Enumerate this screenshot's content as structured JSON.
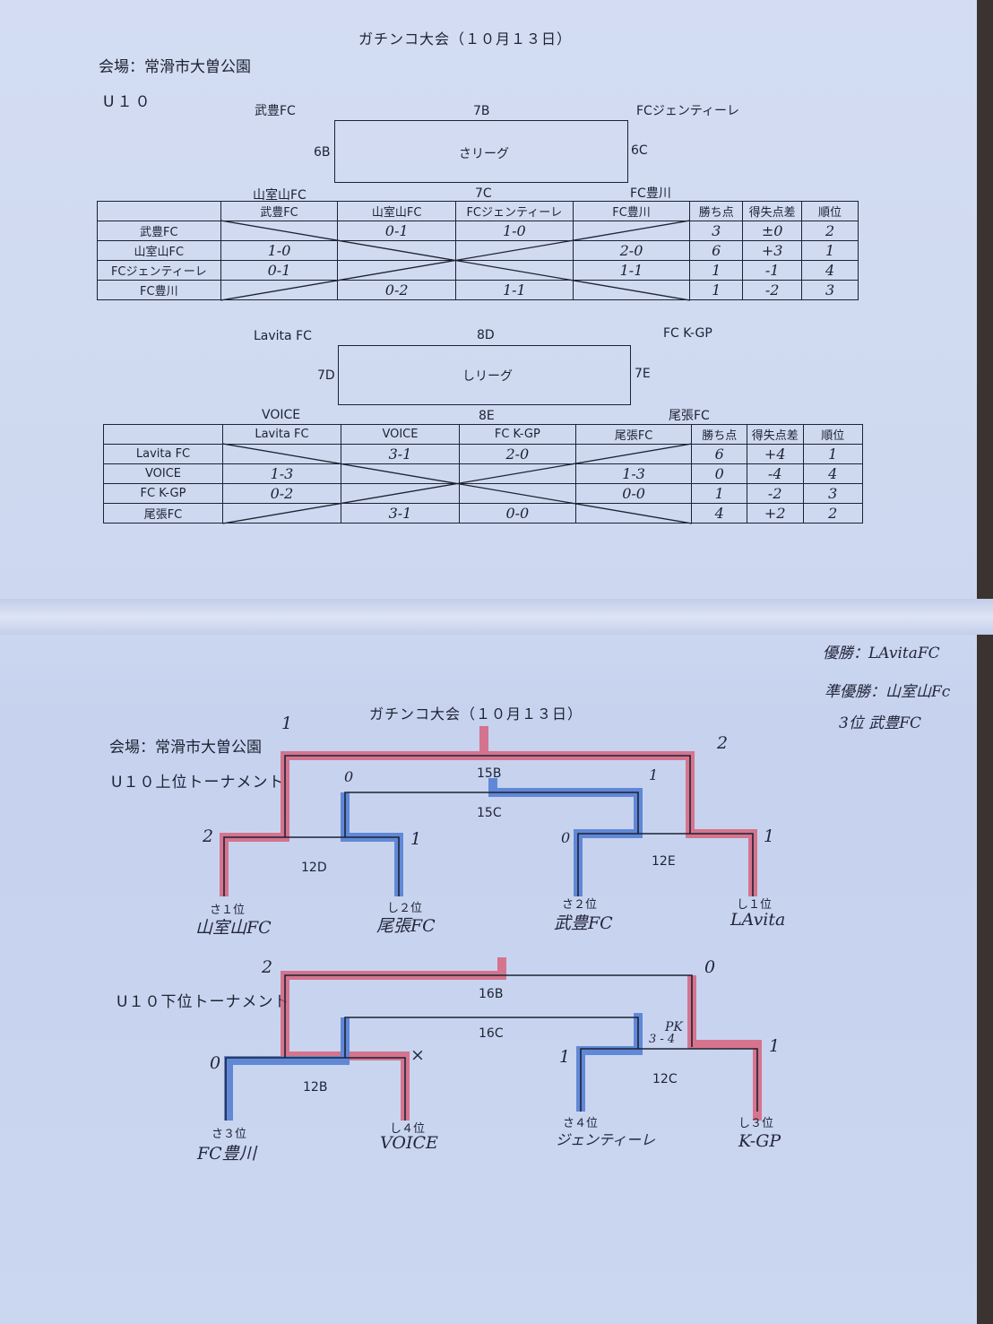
{
  "sheet1": {
    "title": "ガチンコ大会（１０月１３日）",
    "venue": "会場：常滑市大曽公園",
    "category": "U１０",
    "league_a": {
      "name": "さリーグ",
      "corners": {
        "top_left": "武豊FC",
        "top_right": "FCジェンティーレ",
        "bottom_left": "山室山FC",
        "bottom_right": "FC豊川"
      },
      "fields": {
        "top": "7B",
        "left": "6B",
        "right": "6C",
        "bottom": "7C"
      },
      "headers": [
        "",
        "武豊FC",
        "山室山FC",
        "FCジェンティーレ",
        "FC豊川",
        "勝ち点",
        "得失点差",
        "順位"
      ],
      "rows": [
        [
          "武豊FC",
          "",
          "0-1",
          "1-0",
          "",
          "3",
          "±0",
          "2"
        ],
        [
          "山室山FC",
          "1-0",
          "",
          "",
          "2-0",
          "6",
          "+3",
          "1"
        ],
        [
          "FCジェンティーレ",
          "0-1",
          "",
          "",
          "1-1",
          "1",
          "-1",
          "4"
        ],
        [
          "FC豊川",
          "",
          "0-2",
          "1-1",
          "",
          "1",
          "-2",
          "3"
        ]
      ]
    },
    "league_b": {
      "name": "しリーグ",
      "corners": {
        "top_left": "Lavita FC",
        "top_right": "FC K-GP",
        "bottom_left": "VOICE",
        "bottom_right": "尾張FC"
      },
      "fields": {
        "top": "8D",
        "left": "7D",
        "right": "7E",
        "bottom": "8E"
      },
      "headers": [
        "",
        "Lavita FC",
        "VOICE",
        "FC K-GP",
        "尾張FC",
        "勝ち点",
        "得失点差",
        "順位"
      ],
      "rows": [
        [
          "Lavita FC",
          "",
          "3-1",
          "2-0",
          "",
          "6",
          "+4",
          "1"
        ],
        [
          "VOICE",
          "1-3",
          "",
          "",
          "1-3",
          "0",
          "-4",
          "4"
        ],
        [
          "FC K-GP",
          "0-2",
          "",
          "",
          "0-0",
          "1",
          "-2",
          "3"
        ],
        [
          "尾張FC",
          "",
          "3-1",
          "0-0",
          "",
          "4",
          "+2",
          "2"
        ]
      ]
    }
  },
  "sheet2": {
    "title": "ガチンコ大会（１０月１３日）",
    "venue": "会場：常滑市大曽公園",
    "results_note": [
      "優勝：LAvitaFC",
      "準優勝：山室山Fc",
      "3位 武豊FC"
    ],
    "upper": {
      "label": "U１０上位トーナメント",
      "final_field": "15B",
      "third_field": "15C",
      "semi_left_field": "12D",
      "semi_right_field": "12E",
      "teams": [
        {
          "seed": "さ１位",
          "name": "山室山FC"
        },
        {
          "seed": "し２位",
          "name": "尾張FC"
        },
        {
          "seed": "さ２位",
          "name": "武豊FC"
        },
        {
          "seed": "し１位",
          "name": "LAvita"
        }
      ],
      "scores": {
        "semi_left_a": "2",
        "semi_left_b": "1",
        "semi_right_a": "0",
        "semi_right_b": "1",
        "final_a": "1",
        "final_b": "2",
        "third_a": "0",
        "third_b": "1"
      }
    },
    "lower": {
      "label": "U１０下位トーナメント",
      "final_field": "16B",
      "third_field": "16C",
      "semi_left_field": "12B",
      "semi_right_field": "12C",
      "teams": [
        {
          "seed": "さ３位",
          "name": "FC豊川"
        },
        {
          "seed": "し４位",
          "name": "VOICE"
        },
        {
          "seed": "さ４位",
          "name": "ジェンティーレ"
        },
        {
          "seed": "し３位",
          "name": "K-GP"
        }
      ],
      "scores": {
        "semi_left_a": "0",
        "semi_left_b": "×",
        "semi_right_a": "1",
        "semi_right_b": "1",
        "pk_label": "PK",
        "pk_score": "3 - 4",
        "final_a": "2",
        "final_b": "0"
      }
    }
  },
  "colors": {
    "winner_highlight": "#d9546e",
    "loser_highlight": "#3f6fd0",
    "ink": "#1d2233",
    "paper": "#cdd8f0"
  }
}
